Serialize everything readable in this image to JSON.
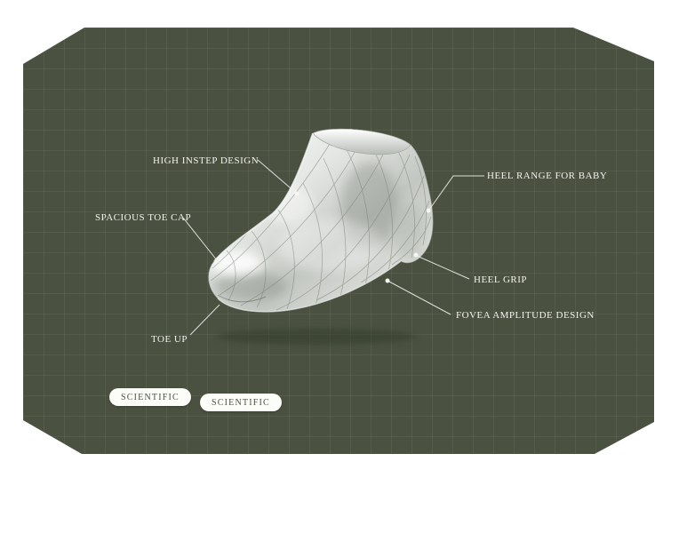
{
  "colors": {
    "panel_bg": "#4a5140",
    "label_text": "#f3f3ee",
    "leader_line": "#eef0ea",
    "badge_bg": "#fcfcf9",
    "badge_text": "#4a5140"
  },
  "labels": [
    {
      "id": "high-instep-design",
      "text": "HIGH INSTEP DESIGN"
    },
    {
      "id": "heel-range-for-baby",
      "text": "HEEL RANGE FOR BABY"
    },
    {
      "id": "spacious-toe-cap",
      "text": "SPACIOUS TOE CAP"
    },
    {
      "id": "heel-grip",
      "text": "HEEL GRIP"
    },
    {
      "id": "fovea-amplitude-design",
      "text": "FOVEA AMPLITUDE DESIGN"
    },
    {
      "id": "toe-up",
      "text": "TOE UP"
    }
  ],
  "badges": [
    {
      "text": "SCIENTIFIC"
    },
    {
      "text": "SCIENTIFIC"
    }
  ],
  "illustration": {
    "name": "chrome-baby-shoe-last",
    "description_visible": ""
  }
}
